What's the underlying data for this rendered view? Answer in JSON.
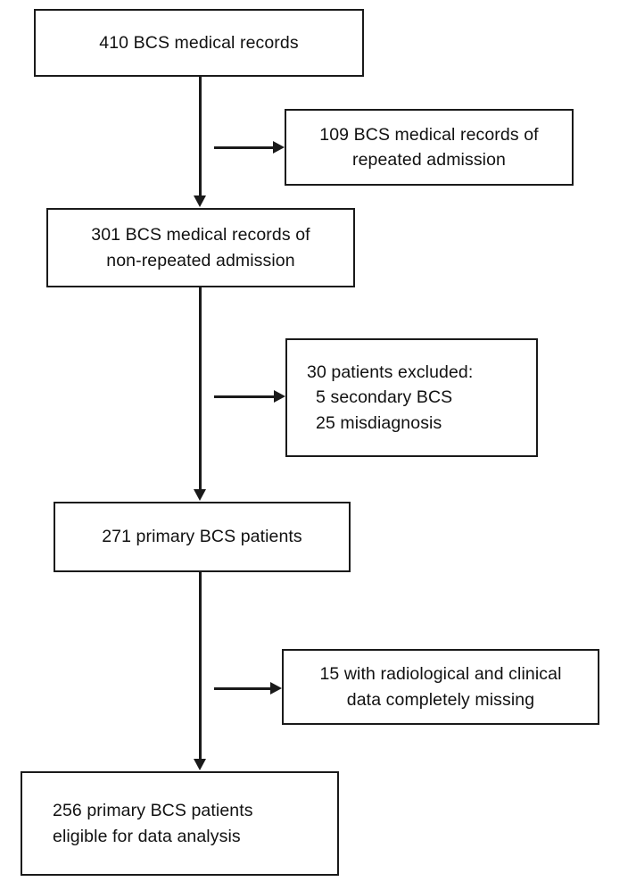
{
  "chart_data": {
    "type": "diagram",
    "title": "",
    "diagram_kind": "study-flow-chart",
    "nodes": [
      {
        "id": "n1",
        "role": "main",
        "lines": [
          "410 BCS medical records"
        ],
        "count": 410
      },
      {
        "id": "x1",
        "role": "exclusion",
        "lines": [
          "109 BCS medical records of",
          "repeated admission"
        ],
        "count": 109
      },
      {
        "id": "n2",
        "role": "main",
        "lines": [
          "301 BCS medical records of",
          "non-repeated admission"
        ],
        "count": 301
      },
      {
        "id": "x2",
        "role": "exclusion",
        "lines": [
          "30 patients excluded:",
          "5 secondary BCS",
          "25 misdiagnosis"
        ],
        "count": 30
      },
      {
        "id": "n3",
        "role": "main",
        "lines": [
          "271 primary BCS patients"
        ],
        "count": 271
      },
      {
        "id": "x3",
        "role": "exclusion",
        "lines": [
          "15 with radiological and clinical",
          "data completely missing"
        ],
        "count": 15
      },
      {
        "id": "n4",
        "role": "main",
        "lines": [
          "256 primary BCS patients",
          "eligible for data analysis"
        ],
        "count": 256
      }
    ],
    "edges": [
      {
        "from": "n1",
        "to": "n2",
        "direction": "down"
      },
      {
        "from": "n1",
        "to": "x1",
        "direction": "right"
      },
      {
        "from": "n2",
        "to": "n3",
        "direction": "down"
      },
      {
        "from": "n2",
        "to": "x2",
        "direction": "right"
      },
      {
        "from": "n3",
        "to": "n4",
        "direction": "down"
      },
      {
        "from": "n3",
        "to": "x3",
        "direction": "right"
      }
    ],
    "colors": {
      "stroke": "#1a1a1a",
      "text": "#111111",
      "background": "#ffffff"
    }
  },
  "boxes": {
    "records_total": {
      "line1": "410 BCS medical records"
    },
    "excluded_repeated": {
      "line1": "109 BCS medical records of",
      "line2": "repeated admission"
    },
    "records_non_repeated": {
      "line1": "301 BCS medical records of",
      "line2": "non-repeated admission"
    },
    "excluded_patients": {
      "line1": "30 patients excluded:",
      "line2": "5 secondary BCS",
      "line3": "25 misdiagnosis"
    },
    "primary_patients": {
      "line1": "271 primary BCS patients"
    },
    "excluded_missing_data": {
      "line1": "15 with radiological and clinical",
      "line2": "data completely missing"
    },
    "eligible_patients": {
      "line1": "256 primary BCS patients",
      "line2": "eligible for data analysis"
    }
  }
}
